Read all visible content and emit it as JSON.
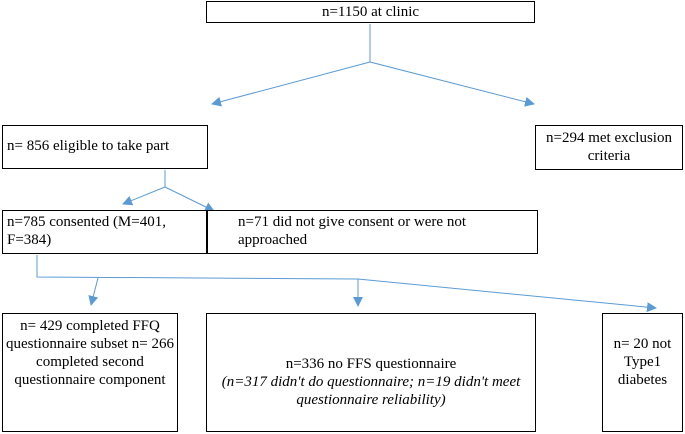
{
  "boxes": {
    "clinic": "n=1150 at clinic",
    "eligible": "n= 856 eligible to take part",
    "excluded": "n=294 met exclusion criteria",
    "consented": "n=785 consented (M=401, F=384)",
    "no_consent": "n=71 did not give consent or were not approached",
    "ffq_completed": "n= 429 completed FFQ questionnaire subset n= 266 completed second questionnaire component",
    "no_ffs": {
      "main": "n=336 no FFS questionnaire",
      "detail": "(n=317 didn't do questionnaire; n=19 didn't meet questionnaire reliability)"
    },
    "not_type1": "n= 20 not Type1 diabetes"
  },
  "colors": {
    "arrow": "#5b9bd5",
    "border": "#000000"
  }
}
